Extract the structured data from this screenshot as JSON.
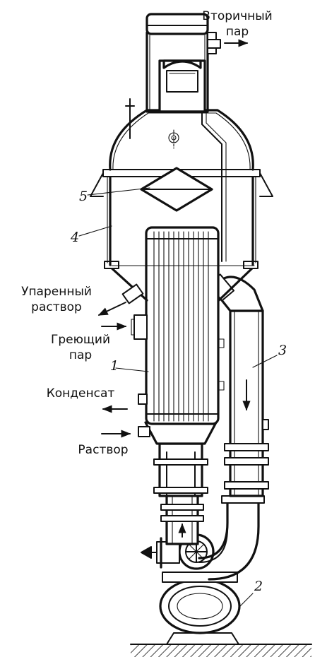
{
  "labels": {
    "secondary_vapor": [
      "Вторичный",
      "пар"
    ],
    "evaporated_solution": [
      "Упаренный",
      "раствор"
    ],
    "heating_steam": [
      "Греющий",
      "пар"
    ],
    "condensate": "Конденсат",
    "solution": "Раствор"
  },
  "callouts": {
    "n1": "1",
    "n2": "2",
    "n3": "3",
    "n4": "4",
    "n5": "5"
  }
}
